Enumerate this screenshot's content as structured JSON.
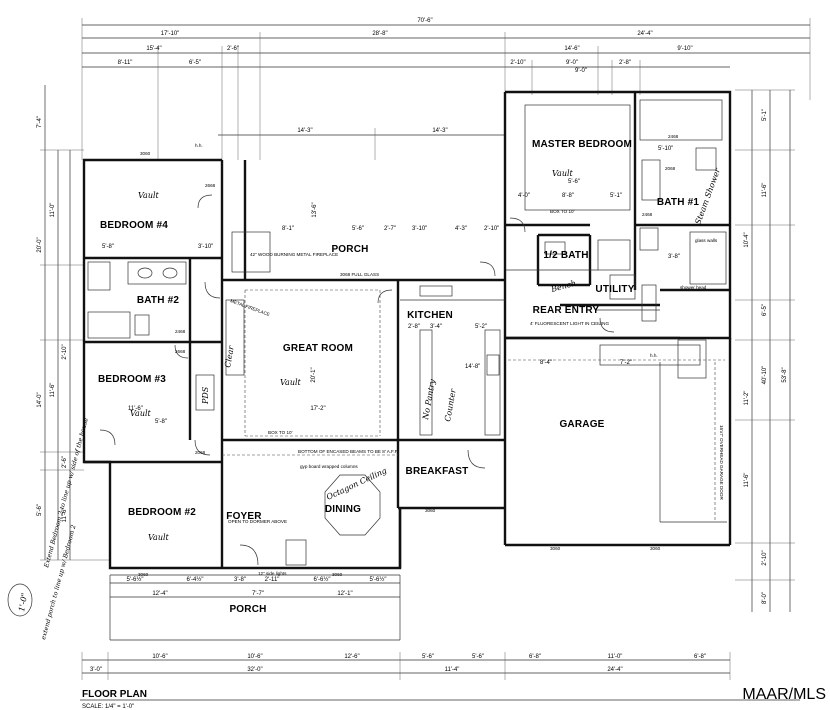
{
  "rooms": {
    "bedroom4": "BEDROOM #4",
    "bath2": "BATH #2",
    "bedroom3": "BEDROOM #3",
    "bedroom2": "BEDROOM #2",
    "porch_rear": "PORCH",
    "great_room": "GREAT ROOM",
    "kitchen": "KITCHEN",
    "breakfast": "BREAKFAST",
    "foyer": "FOYER",
    "dining": "DINING",
    "porch_front": "PORCH",
    "master": "MASTER BEDROOM",
    "half_bath": "1/2 BATH",
    "utility": "UTILITY",
    "rear_entry": "REAR ENTRY",
    "bath1": "BATH #1",
    "garage": "GARAGE"
  },
  "notes": {
    "vault": "Vault",
    "fireplace": "42\" WOOD BURNING METAL FIREPLACE",
    "metal_fireplace": "METAL FIREPLACE",
    "foyer_open": "OPEN TO DORMER ABOVE",
    "full_glass": "3068 FULL GLASS",
    "box_ceiling": "BOX TO 10'",
    "beams": "BOTTOM OF ENCASED BEAMS TO BE 8' A.F.F.",
    "gyp_columns": "gyp board wrapped columns",
    "side_lights": "12\" side lights",
    "overhead_door": "16'x7' OVERHEAD GARAGE DOOR",
    "rear_entry_note": "4' FLUORESCENT LIGHT IN CEILING",
    "shower_head": "shower head",
    "glass_walls": "glass walls",
    "pds": "PDS",
    "hh": "h.h.",
    "door_3060": "3060",
    "door_2468": "2468",
    "door_2668": "2668",
    "door_2068": "2068"
  },
  "handwriting": {
    "steam_shower": "Steam Shower",
    "octagon_ceiling": "Octagon Ceiling",
    "no_pantry": "No Pantry",
    "bench": "Bench",
    "kitchen_counter": "Counter",
    "front_note": "Extend Bedroom 2 to line up w/ side of the house",
    "porch_note": "extend porch to line up w/ Bedroom 2",
    "circled": "1'-0\"",
    "clear": "Clear"
  },
  "dimensions": {
    "top_total": "70'-6\"",
    "top_row2": [
      "17'-10\"",
      "28'-8\"",
      "24'-4\""
    ],
    "top_row3": [
      "15'-4\"",
      "2'-6\"",
      "14'-6\"",
      "9'-10\""
    ],
    "top_row4": [
      "8'-11\"",
      "6'-5\"",
      "2'-10\"",
      "9'-0\"",
      "2'-8\""
    ],
    "porch_width": [
      "14'-3\"",
      "14'-3\""
    ],
    "bottom_row1": [
      "10'-6\"",
      "10'-6\"",
      "12'-6\"",
      "5'-6\"",
      "5'-6\"",
      "6'-8\"",
      "11'-0\"",
      "6'-8\""
    ],
    "bottom_row2": [
      "3'-0\"",
      "32'-0\"",
      "11'-4\"",
      "24'-4\""
    ],
    "front_row": [
      "5'-6½\"",
      "6'-4½\"",
      "3'-8\"",
      "2'-11\"",
      "6'-6½\"",
      "5'-6½\""
    ],
    "porch_front": [
      "12'-4\"",
      "7'-7\"",
      "12'-1\""
    ],
    "right_total": "40'-10\"",
    "right_total2": "53'-8\"",
    "right_segments": [
      "5'-1\"",
      "11'-6\"",
      "10'-4\"",
      "6'-5\"",
      "11'-2\"",
      "11'-6\"",
      "2'-10\"",
      "8'-0\""
    ],
    "left_segments": [
      "7'-4\"",
      "11'-0\"",
      "20'-0\"",
      "2'-10\"",
      "11'-6\"",
      "14'-0\"",
      "2'-6\"",
      "11'-6\"",
      "5'-6\""
    ],
    "great_room_w": "17'-2\"",
    "great_room_h": "20'-1\"",
    "kitchen": [
      "2'-8\"",
      "3'-4\"",
      "5'-2\"",
      "14'-8\""
    ],
    "garage": [
      "8'-4\"",
      "7'-2\""
    ],
    "master": [
      "4'-0\"",
      "8'-8\"",
      "5'-1\""
    ],
    "porch_rear": [
      "8'-1\"",
      "5'-6\"",
      "2'-7\"",
      "3'-10\"",
      "4'-3\"",
      "2'-10\""
    ],
    "bedroom4": [
      "5'-8\"",
      "3'-10\""
    ],
    "bedroom3": [
      "11'-6\"",
      "5'-8\""
    ],
    "misc": [
      "13'-6\"",
      "5'-6\"",
      "9'-0\"",
      "5'-10\"",
      "3'-8\""
    ]
  },
  "title_block": {
    "title": "FLOOR PLAN",
    "scale": "SCALE: 1/4\" = 1'-0\"",
    "watermark": "MAAR/MLS"
  }
}
